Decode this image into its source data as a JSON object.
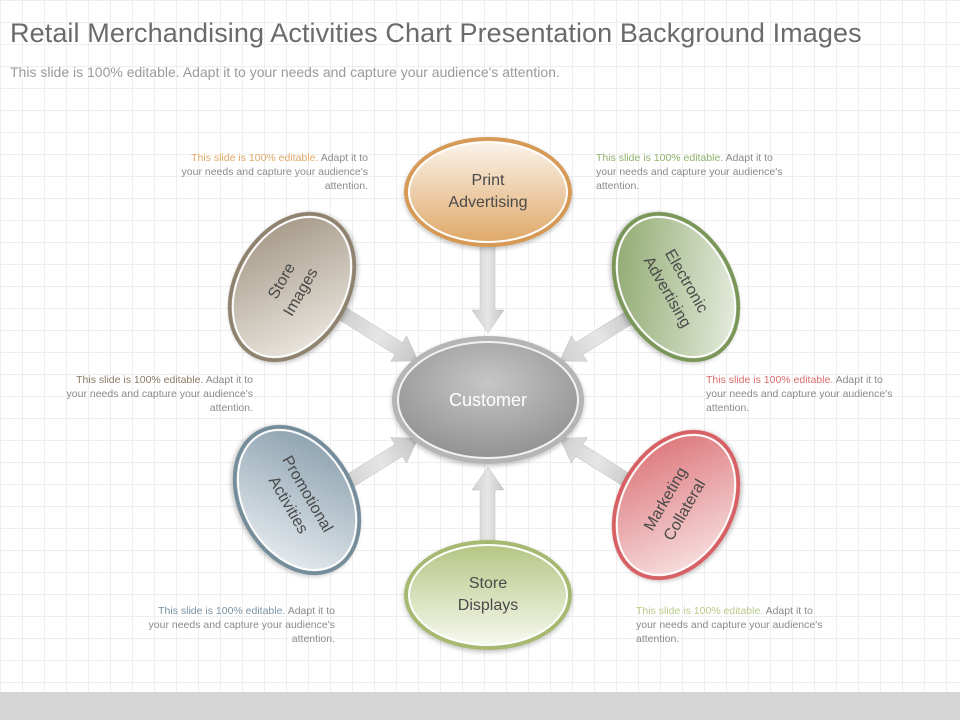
{
  "header": {
    "title": "Retail Merchandising Activities Chart Presentation Background Images",
    "subtitle": "This slide is 100% editable. Adapt it to your needs and capture your audience's attention."
  },
  "diagram": {
    "center": {
      "label": "Customer",
      "color": "#9c9c9c"
    },
    "nodes": [
      {
        "id": "print",
        "lines": [
          "Print",
          "Advertising"
        ],
        "color": "#e3b17a"
      },
      {
        "id": "electronic",
        "lines": [
          "Electronic",
          "Advertising"
        ],
        "color": "#8fa86e"
      },
      {
        "id": "marketing",
        "lines": [
          "Marketing",
          "Collateral"
        ],
        "color": "#d9797b"
      },
      {
        "id": "store-displays",
        "lines": [
          "Store",
          "Displays"
        ],
        "color": "#b9c98a"
      },
      {
        "id": "promotional",
        "lines": [
          "Promotional",
          "Activities"
        ],
        "color": "#8aa0ad"
      },
      {
        "id": "store-images",
        "lines": [
          "Store",
          "Images"
        ],
        "color": "#a79b88"
      }
    ]
  },
  "notes": [
    {
      "id": "top-left",
      "highlight": "This slide is 100% editable.",
      "rest": " Adapt it to your needs and capture your audience's attention.",
      "color": "#e0a766"
    },
    {
      "id": "top-right",
      "highlight": "This slide is 100% editable.",
      "rest": " Adapt it to your needs and capture your audience's attention.",
      "color": "#8fb26a"
    },
    {
      "id": "mid-left",
      "highlight": "This slide is 100% editable.",
      "rest": " Adapt it to your needs and capture your audience's attention.",
      "color": "#8a7a63"
    },
    {
      "id": "mid-right",
      "highlight": "This slide is 100% editable.",
      "rest": " Adapt it to your needs and capture your audience's attention.",
      "color": "#d96b6b"
    },
    {
      "id": "bottom-left",
      "highlight": "This slide is 100% editable.",
      "rest": " Adapt it to your needs and capture your audience's attention.",
      "color": "#7a93a3"
    },
    {
      "id": "bottom-right",
      "highlight": "This slide is 100% editable.",
      "rest": " Adapt it to your needs and capture your audience's attention.",
      "color": "#b9c98a"
    }
  ]
}
